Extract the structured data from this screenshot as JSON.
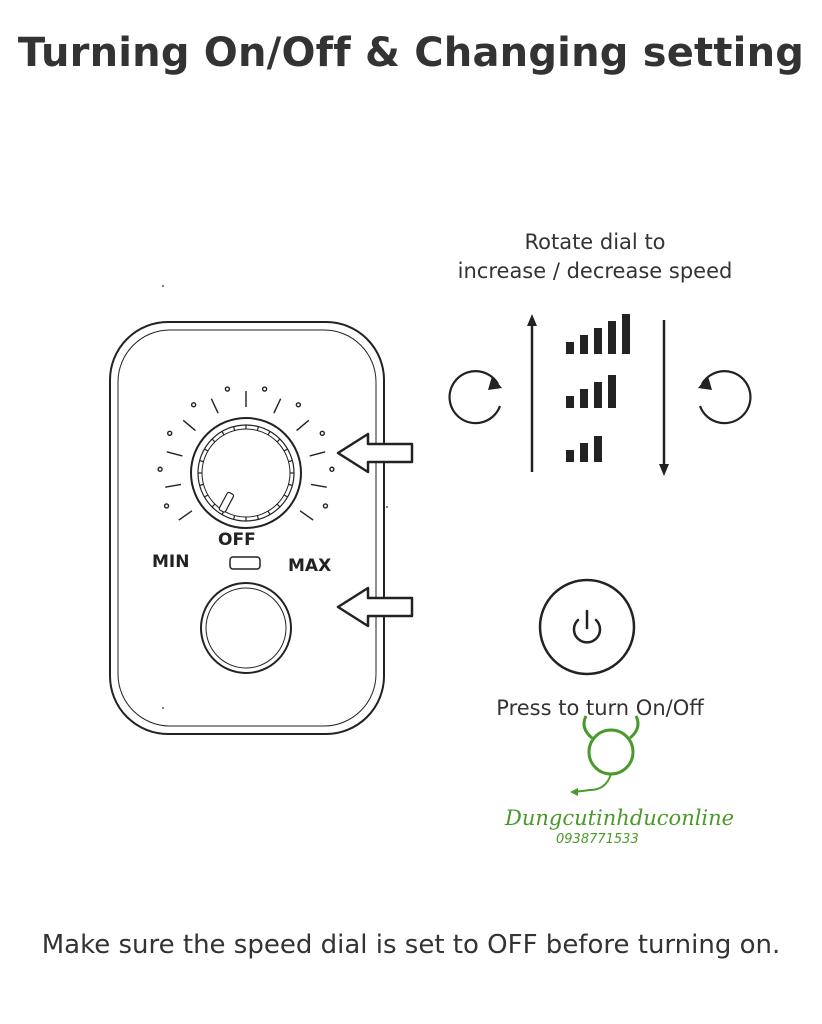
{
  "title": "Turning On/Off & Changing setting",
  "dial_instruction": {
    "line1": "Rotate dial to",
    "line2": "increase / decrease speed"
  },
  "dial_labels": {
    "off": "OFF",
    "min": "MIN",
    "max": "MAX"
  },
  "power_instruction": "Press to turn On/Off",
  "note": "Make sure the speed dial is set to OFF before turning on.",
  "speed_levels": [
    {
      "level": "high",
      "bars": 5
    },
    {
      "level": "medium",
      "bars": 4
    },
    {
      "level": "low",
      "bars": 3
    }
  ],
  "watermark": {
    "brand": "Dungcutinhduconline",
    "phone": "0938771533"
  },
  "colors": {
    "line": "#222222",
    "text": "#333333",
    "watermark": "#4a9a2a"
  },
  "icons": [
    "rotate-clockwise-icon",
    "rotate-counterclockwise-icon",
    "arrow-up-icon",
    "arrow-down-icon",
    "power-icon",
    "pointer-arrow-icon"
  ]
}
